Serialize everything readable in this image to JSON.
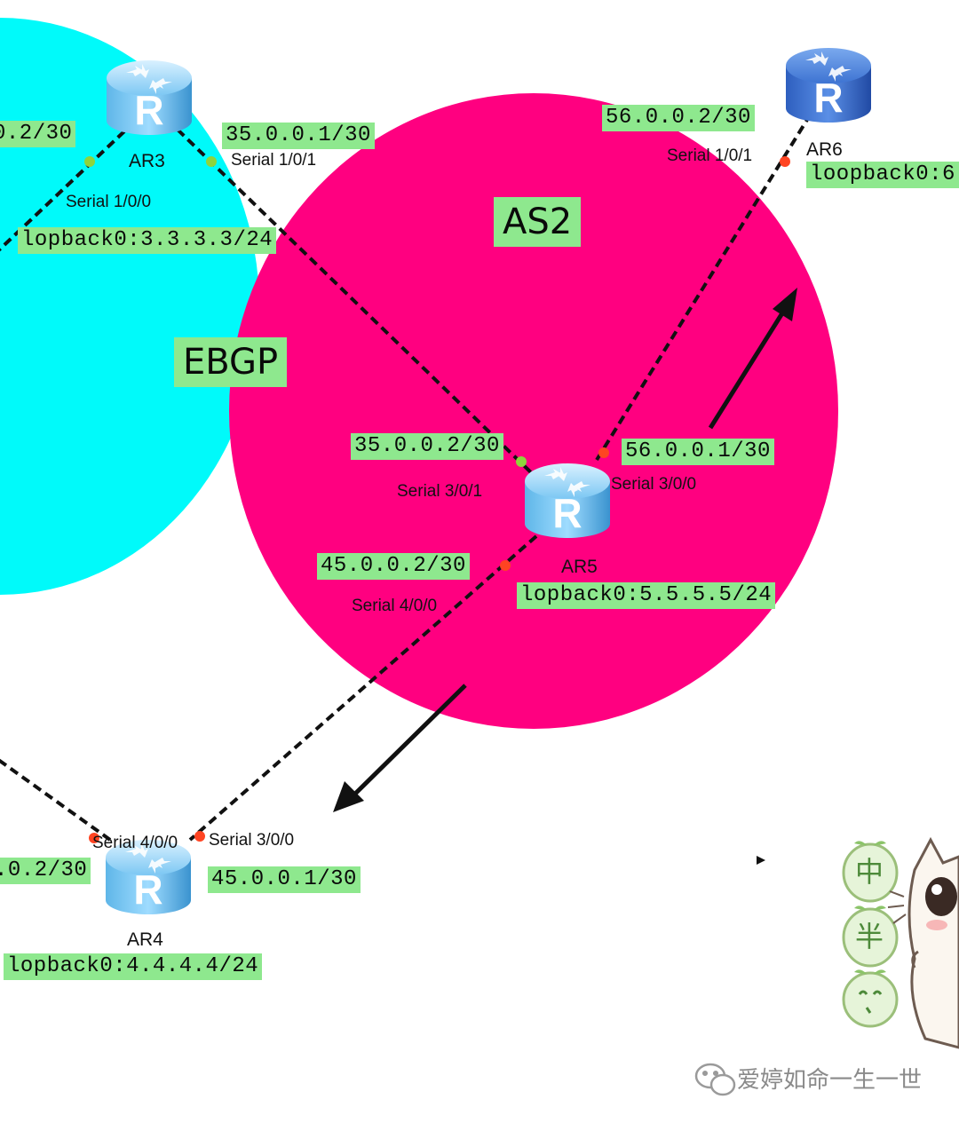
{
  "areas": {
    "ebgp_label": "EBGP",
    "as2_label": "AS2",
    "colors": {
      "ebgp": "#00fafa",
      "as2": "#ff0080",
      "label_bg": "#8ee88e"
    }
  },
  "routers": [
    {
      "id": "AR3",
      "name": "AR3",
      "loopback": "lopback0:3.3.3.3/24",
      "icon": "router-icon"
    },
    {
      "id": "AR4",
      "name": "AR4",
      "loopback": "lopback0:4.4.4.4/24",
      "icon": "router-icon"
    },
    {
      "id": "AR5",
      "name": "AR5",
      "loopback": "lopback0:5.5.5.5/24",
      "icon": "router-icon"
    },
    {
      "id": "AR6",
      "name": "AR6",
      "loopback": "loopback0:6",
      "icon": "router-icon"
    }
  ],
  "interfaces": {
    "ar3_s100": "Serial 1/0/0",
    "ar3_s101": "Serial 1/0/1",
    "ar5_s301": "Serial 3/0/1",
    "ar5_s300": "Serial 3/0/0",
    "ar5_s400": "Serial 4/0/0",
    "ar6_s101": "Serial 1/0/1",
    "ar4_s400": "Serial 4/0/0",
    "ar4_s300": "Serial 3/0/0"
  },
  "addresses": {
    "ar3_left": "0.2/30",
    "ar3_ar5": "35.0.0.1/30",
    "ar5_ar3": "35.0.0.2/30",
    "ar5_ar6": "56.0.0.1/30",
    "ar6_ar5": "56.0.0.2/30",
    "ar5_ar4": "45.0.0.2/30",
    "ar4_ar5": "45.0.0.1/30",
    "ar4_left": ".0.2/30"
  },
  "sticker": {
    "chars": [
      "中",
      "半",
      ""
    ]
  },
  "watermark": {
    "text": "爱婷如命一生一世",
    "icon": "wechat-icon"
  }
}
